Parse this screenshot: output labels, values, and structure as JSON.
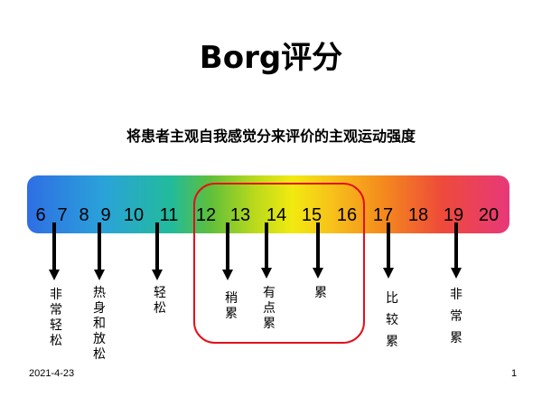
{
  "title": "Borg评分",
  "subtitle": "将患者主观自我感觉分来评价的主观运动强度",
  "scale": [
    "6",
    "7",
    "8",
    "9",
    "10",
    "11",
    "12",
    "13",
    "14",
    "15",
    "16",
    "17",
    "18",
    "19",
    "20"
  ],
  "labels": [
    "非常轻松",
    "热身和放松",
    "轻松",
    "稍累",
    "有点累",
    "累",
    "比较累",
    "非常累"
  ],
  "footer": {
    "date": "2021-4-23",
    "page": "1"
  },
  "colors": {
    "highlight": "#e3101a",
    "arrow": "#000000"
  }
}
